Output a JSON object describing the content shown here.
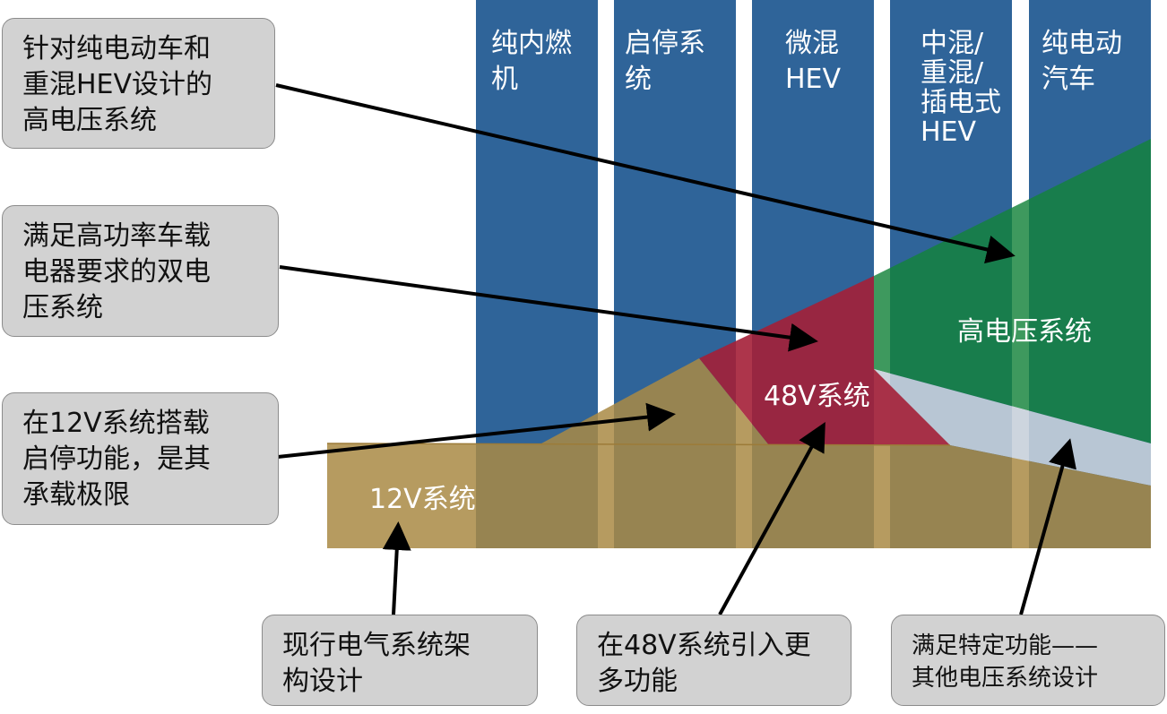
{
  "columns": [
    {
      "id": "ice",
      "lines": [
        "纯内燃",
        "机"
      ]
    },
    {
      "id": "start-stop",
      "lines": [
        "启停系",
        "统"
      ]
    },
    {
      "id": "micro-hev",
      "lines": [
        "微混",
        "HEV"
      ]
    },
    {
      "id": "mild-full-phev",
      "lines": [
        "中混/",
        "重混/",
        "插电式",
        "HEV"
      ]
    },
    {
      "id": "bev",
      "lines": [
        "纯电动",
        "汽车"
      ]
    }
  ],
  "regions": {
    "v12": "12V系统",
    "v48": "48V系统",
    "high_voltage": "高电压系统"
  },
  "callouts": {
    "high_voltage": [
      "针对纯电动车和",
      "重混HEV设计的",
      "高电压系统"
    ],
    "dual_voltage": [
      "满足高功率车载",
      "电器要求的双电",
      "压系统"
    ],
    "v12_limit": [
      "在12V系统搭载",
      "启停功能，是其",
      "承载极限"
    ],
    "current_arch": [
      "现行电气系统架",
      "构设计"
    ],
    "v48_more": [
      "在48V系统引入更",
      "多功能"
    ],
    "other_voltage": [
      "满足特定功能——",
      "其他电压系统设计"
    ]
  },
  "colors": {
    "column_blue": "#2f6499",
    "v12_brown": "#a98a44",
    "v48_red": "#a41f37",
    "hv_green": "#14823a",
    "other_gray": "#c5ccd6",
    "callout_fill": "#d2d2d2"
  }
}
